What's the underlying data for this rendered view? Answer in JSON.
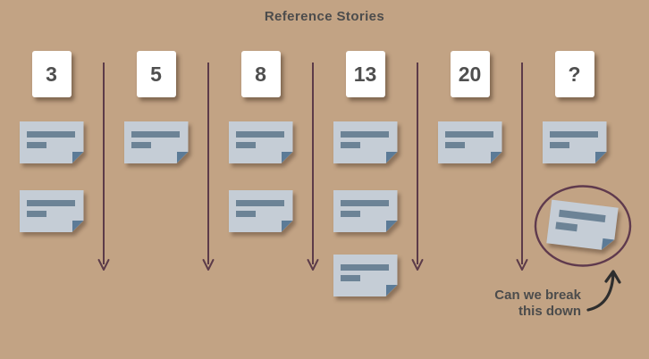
{
  "title": "Reference Stories",
  "columns": [
    {
      "value": "3",
      "story_note_count": 2
    },
    {
      "value": "5",
      "story_note_count": 1
    },
    {
      "value": "8",
      "story_note_count": 2
    },
    {
      "value": "13",
      "story_note_count": 3
    },
    {
      "value": "20",
      "story_note_count": 1
    },
    {
      "value": "?",
      "story_note_count": 1,
      "circled_breakdown_note": true
    }
  ],
  "annotation": {
    "line1": "Can we break",
    "line2": "this down"
  },
  "colors": {
    "background": "#c2a384",
    "card_bg": "#ffffff",
    "card_text": "#4f4f4f",
    "note_bg": "#c5cdd6",
    "note_bar": "#6c8396",
    "note_fold": "#5c7b97",
    "arrow": "#5c3b49",
    "circle": "#5f3a4d",
    "title_text": "#4c4c4c",
    "annotation_text": "#4c4c4c",
    "annotation_arrow": "#2e2e2e"
  }
}
